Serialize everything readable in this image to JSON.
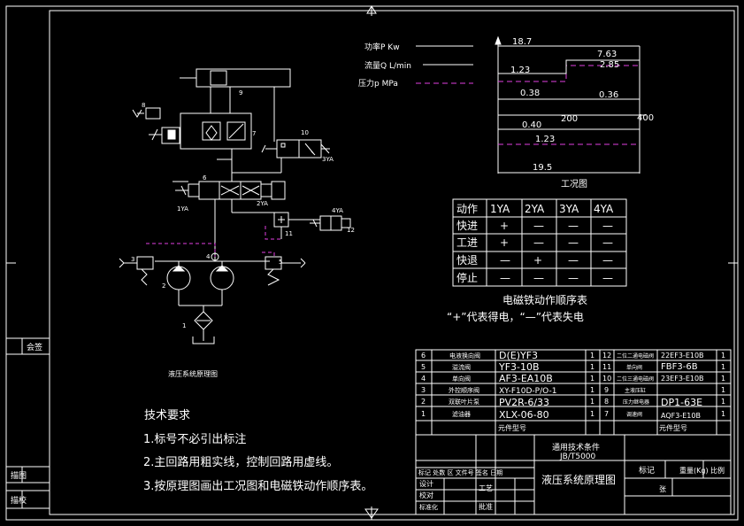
{
  "legend": {
    "power": "功率P  Kw",
    "flow": "流量Q  L/min",
    "pressure": "压力p  MPa"
  },
  "operating_chart": {
    "title": "工况图",
    "values": [
      "18.7",
      "7.63",
      "1.23",
      "2.85",
      "0.38",
      "0.36",
      "0.40",
      "200",
      "400",
      "1.23",
      "19.5"
    ]
  },
  "circuit": {
    "title": "液压系统原理图",
    "labels": [
      "1",
      "2",
      "3",
      "4",
      "5",
      "6",
      "7",
      "8",
      "9",
      "10",
      "11",
      "12",
      "1YA",
      "2YA",
      "3YA",
      "4YA"
    ]
  },
  "sequence_table": {
    "headers": [
      "动作",
      "1YA",
      "2YA",
      "3YA",
      "4YA"
    ],
    "rows": [
      [
        "快进",
        "+",
        "—",
        "—",
        "—"
      ],
      [
        "工进",
        "+",
        "—",
        "—",
        "—"
      ],
      [
        "快退",
        "—",
        "+",
        "—",
        "—"
      ],
      [
        "停止",
        "—",
        "—",
        "—",
        "—"
      ]
    ],
    "caption": "电磁铁动作顺序表",
    "note": "“+”代表得电，“—”代表失电"
  },
  "tech_requirements": {
    "title": "技术要求",
    "items": [
      "1.标号不必引出标注",
      "2.主回路用粗实线，控制回路用虚线。",
      "3.按原理图画出工况图和电磁铁动作顺序表。"
    ]
  },
  "parts_list": {
    "rows": [
      {
        "no": "6",
        "name": "电液换向阀",
        "model": "D(E)YF3",
        "qty": "1",
        "no2": "12",
        "name2": "二位二通电磁阀",
        "model2": "22EF3-E10B",
        "qty2": "1"
      },
      {
        "no": "5",
        "name": "溢流阀",
        "model": "YF3-10B",
        "qty": "1",
        "no2": "11",
        "name2": "单向阀",
        "model2": "FBF3-6B",
        "qty2": "1"
      },
      {
        "no": "4",
        "name": "单向阀",
        "model": "AF3-EA10B",
        "qty": "1",
        "no2": "10",
        "name2": "二位三通电磁阀",
        "model2": "23EF3-E10B",
        "qty2": "1"
      },
      {
        "no": "3",
        "name": "外控顺序阀",
        "model": "XY-F10D-P/O-1",
        "qty": "1",
        "no2": "9",
        "name2": "主液压缸",
        "model2": "",
        "qty2": "1"
      },
      {
        "no": "2",
        "name": "双联叶片泵",
        "model": "PV2R-6/33",
        "qty": "1",
        "no2": "8",
        "name2": "压力继电器",
        "model2": "DP1-63E",
        "qty2": "1"
      },
      {
        "no": "1",
        "name": "滤油器",
        "model": "XLX-06-80",
        "qty": "1",
        "no2": "7",
        "name2": "调速阀",
        "model2": "AQF3-E10B",
        "qty2": "1"
      }
    ],
    "header_left": "元件型号",
    "header_right": "元件型号"
  },
  "title_block": {
    "standard": "通用技术条件",
    "code": "JB/T5000",
    "drawing_name": "液压系统原理图",
    "mark": "标记",
    "weight": "重量(Kg)",
    "scale": "比例",
    "sheet": "张",
    "design": "设计",
    "check": "校对",
    "process": "工艺",
    "standardization": "标准化",
    "approve": "批准",
    "row_labels": "标记 处数 区 文件号 签名 日期"
  },
  "side_labels": {
    "sign": "会签",
    "trace": "描图",
    "proof": "描校"
  }
}
